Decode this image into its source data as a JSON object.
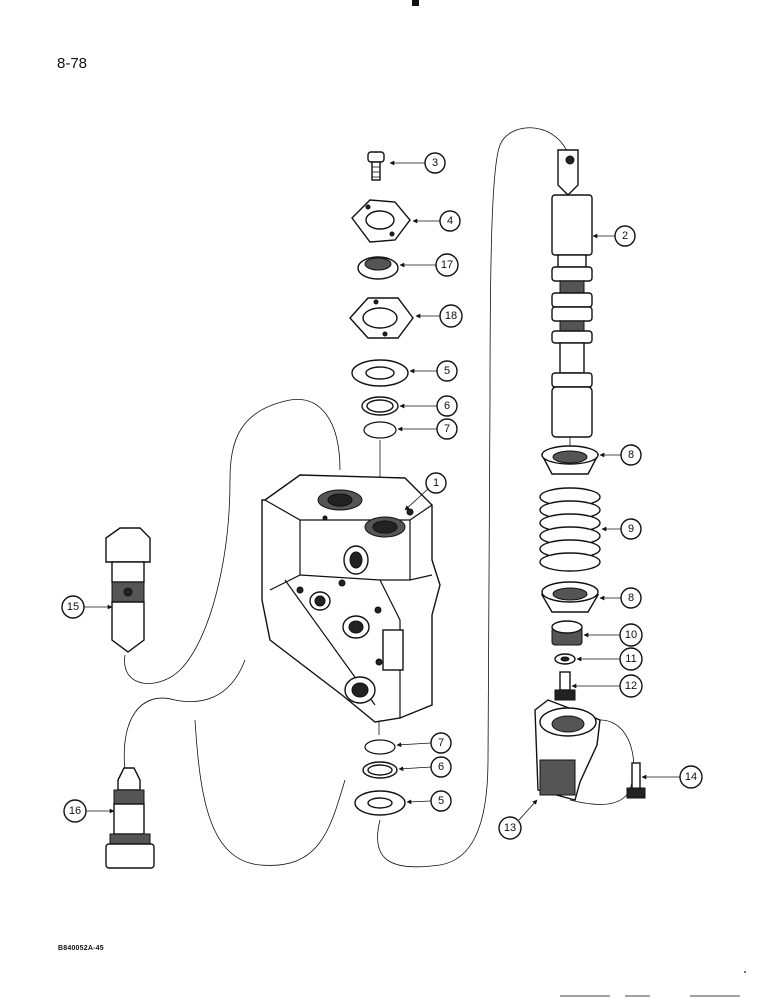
{
  "page": {
    "number": "8-78",
    "doc_code": "B840052A-45"
  },
  "callouts": [
    {
      "id": "c3",
      "label": "3"
    },
    {
      "id": "c4",
      "label": "4"
    },
    {
      "id": "c17",
      "label": "17"
    },
    {
      "id": "c18",
      "label": "18"
    },
    {
      "id": "c5a",
      "label": "5"
    },
    {
      "id": "c6a",
      "label": "6"
    },
    {
      "id": "c7a",
      "label": "7"
    },
    {
      "id": "c1",
      "label": "1"
    },
    {
      "id": "c2",
      "label": "2"
    },
    {
      "id": "c8a",
      "label": "8"
    },
    {
      "id": "c9",
      "label": "9"
    },
    {
      "id": "c8b",
      "label": "8"
    },
    {
      "id": "c10",
      "label": "10"
    },
    {
      "id": "c11",
      "label": "11"
    },
    {
      "id": "c12",
      "label": "12"
    },
    {
      "id": "c14",
      "label": "14"
    },
    {
      "id": "c13",
      "label": "13"
    },
    {
      "id": "c15",
      "label": "15"
    },
    {
      "id": "c16",
      "label": "16"
    },
    {
      "id": "c7b",
      "label": "7"
    },
    {
      "id": "c6b",
      "label": "6"
    },
    {
      "id": "c5b",
      "label": "5"
    }
  ]
}
